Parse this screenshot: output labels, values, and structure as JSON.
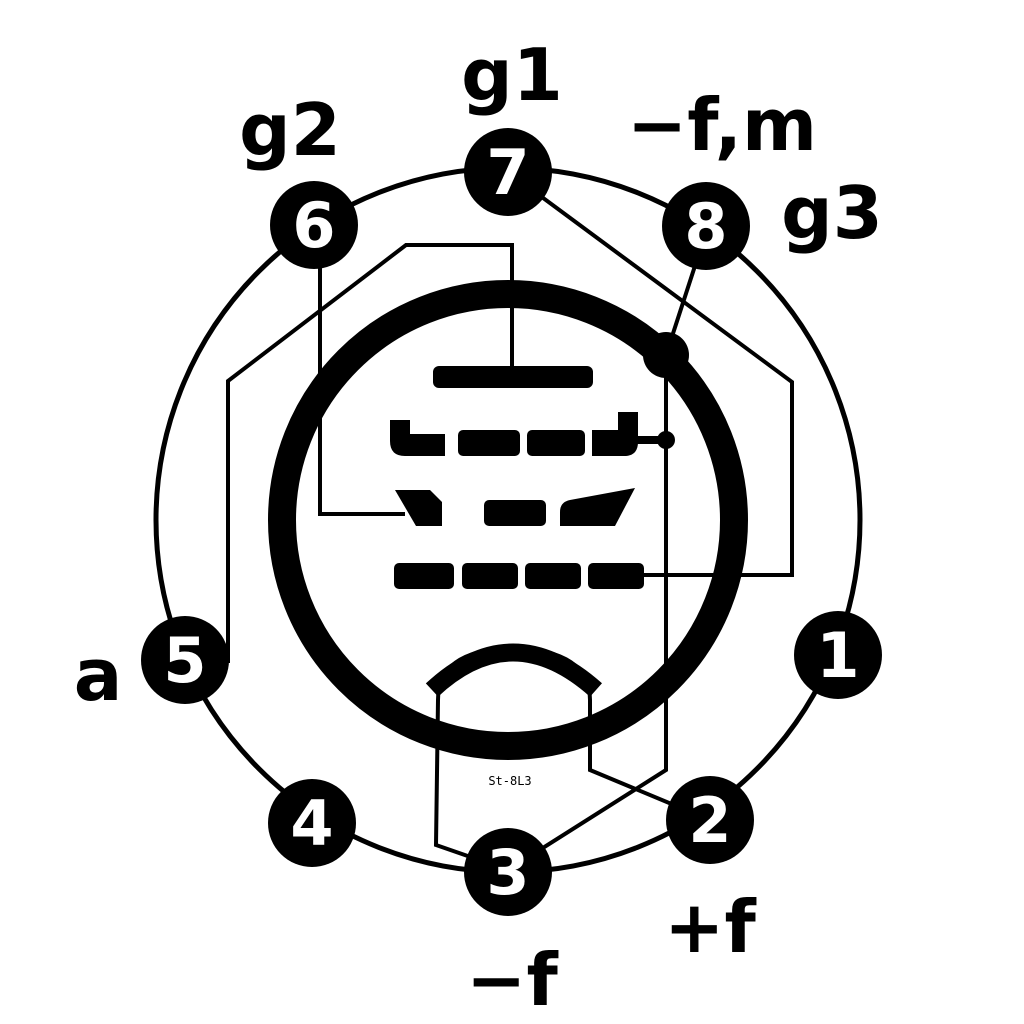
{
  "pins": [
    {
      "number": "1",
      "label": ""
    },
    {
      "number": "2",
      "label": "+f"
    },
    {
      "number": "3",
      "label": "−f"
    },
    {
      "number": "4",
      "label": ""
    },
    {
      "number": "5",
      "label": "a"
    },
    {
      "number": "6",
      "label": "g2"
    },
    {
      "number": "7",
      "label": "g1"
    },
    {
      "number": "8",
      "label": "g3"
    }
  ],
  "extra_labels": {
    "pin8_secondary": "−f,m"
  },
  "caption": "St-8L3",
  "colors": {
    "ink": "#000000",
    "paper": "#ffffff"
  }
}
